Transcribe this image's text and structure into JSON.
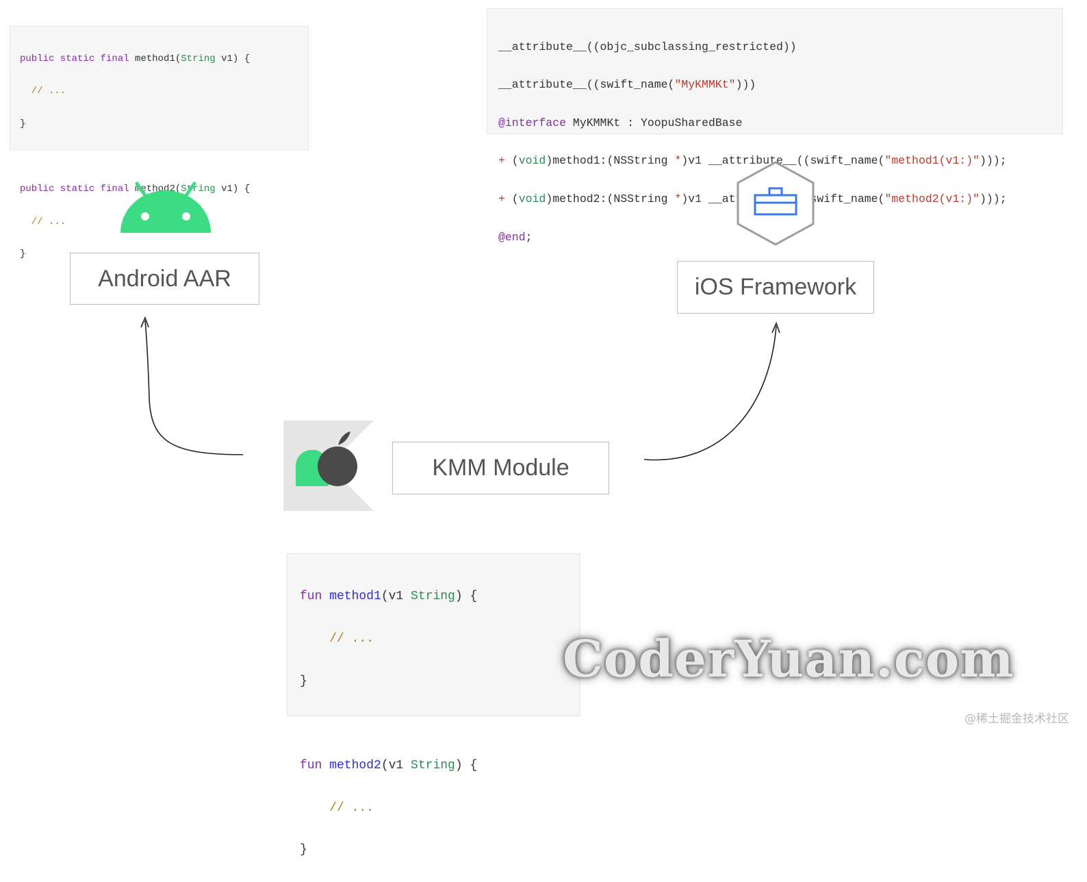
{
  "java_code": {
    "line1_kw": "public static final",
    "line1_fn": " method1(",
    "line1_type": "String",
    "line1_rest": " v1) {",
    "line2": "  // ...",
    "line3": "}",
    "line5_kw": "public static final",
    "line5_fn": " method2(",
    "line5_type": "String",
    "line5_rest": " v1) {",
    "line6": "  // ...",
    "line7": "}"
  },
  "objc_code": {
    "line1": "__attribute__((objc_subclassing_restricted))",
    "line2_a": "__attribute__((swift_name(",
    "line2_str": "\"MyKMMKt\"",
    "line2_b": ")))",
    "line3_at": "@interface",
    "line3_rest": " MyKMMKt : YoopuSharedBase",
    "line4_plus": "+",
    "line4_a": " (",
    "line4_void": "void",
    "line4_b": ")method1:(NSString ",
    "line4_star": "*",
    "line4_c": ")v1 __attribute__((swift_name(",
    "line4_str": "\"method1(v1:)\"",
    "line4_d": ")));",
    "line5_plus": "+",
    "line5_a": " (",
    "line5_void": "void",
    "line5_b": ")method2:(NSString ",
    "line5_star": "*",
    "line5_c": ")v1 __attribute__((swift_name(",
    "line5_str": "\"method2(v1:)\"",
    "line5_d": ")));",
    "line6_at": "@end",
    "line6_rest": ";"
  },
  "kotlin_code": {
    "line1_kw": "fun",
    "line1_fn": " method1",
    "line1_a": "(v1 ",
    "line1_type": "String",
    "line1_b": ") {",
    "line2": "    // ...",
    "line3": "}",
    "line5_kw": "fun",
    "line5_fn": " method2",
    "line5_a": "(v1 ",
    "line5_type": "String",
    "line5_b": ") {",
    "line6": "    // ...",
    "line7": "}"
  },
  "labels": {
    "android": "Android AAR",
    "ios": "iOS Framework",
    "kmm": "KMM Module"
  },
  "watermark": "CoderYuan.com",
  "credit": "@稀土掘金技术社区",
  "colors": {
    "android_green": "#3ddc84",
    "ios_blue": "#3b78e7",
    "kmm_dark": "#4a4a4a",
    "kmm_bg": "#e6e6e6"
  }
}
